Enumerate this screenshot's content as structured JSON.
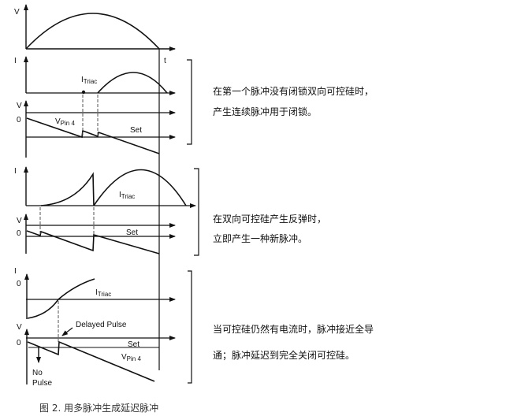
{
  "figure": {
    "caption": "图 2. 用多脉冲生成延迟脉冲"
  },
  "panels": [
    {
      "id": "mains",
      "axis_y": "V",
      "axis_x": "t",
      "description": "Half-wave mains voltage"
    },
    {
      "id": "case1",
      "current_axis": "I",
      "current_label": "ITriac",
      "voltage_axis": "V",
      "zero_label": "0",
      "ramp_label": "VPin 4",
      "set_label": "Set",
      "caption_lines": [
        "在第一个脉冲没有闭锁双向可控硅时，",
        "产生连续脉冲用于闭锁。"
      ]
    },
    {
      "id": "case2",
      "current_axis": "I",
      "current_label": "ITriac",
      "voltage_axis": "V",
      "zero_label": "0",
      "set_label": "Set",
      "caption_lines": [
        "在双向可控硅产生反弹时，",
        "立即产生一种新脉冲。"
      ]
    },
    {
      "id": "case3",
      "current_axis": "I",
      "current_zero": "0",
      "current_label": "ITriac",
      "voltage_axis": "V",
      "zero_label": "0",
      "set_label": "Set",
      "ramp_label": "VPin 4",
      "delayed_pulse_label": "Delayed Pulse",
      "no_pulse_label": [
        "No",
        "Pulse"
      ],
      "caption_lines": [
        "当可控硅仍然有电流时，脉冲接近全导",
        "通；脉冲延迟到完全关闭可控硅。"
      ]
    }
  ]
}
